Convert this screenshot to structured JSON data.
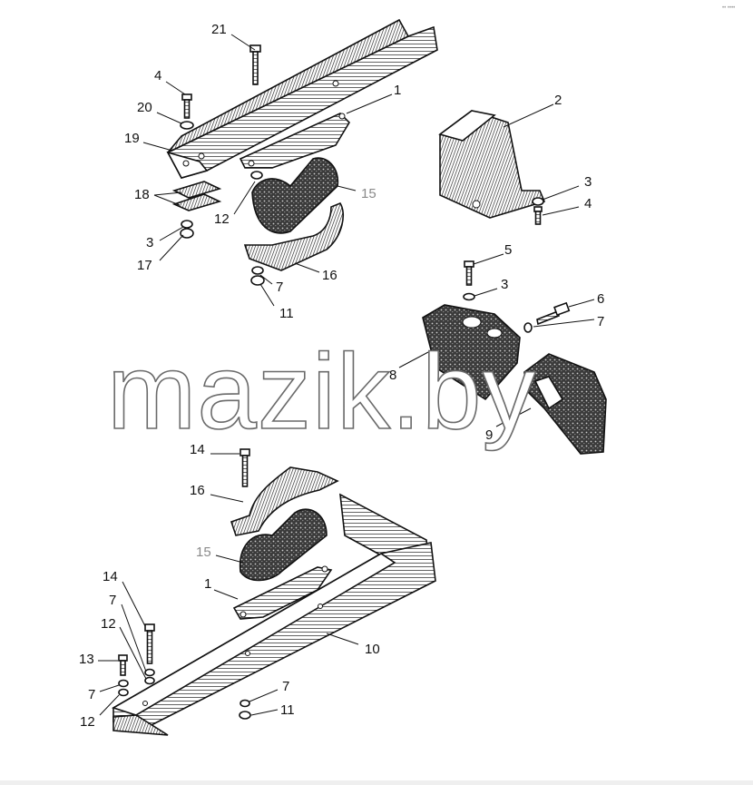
{
  "watermark": "mazik.by",
  "corner_mark": "•• ••••",
  "callouts": [
    {
      "id": "c21a",
      "text": "21"
    },
    {
      "id": "c4a",
      "text": "4"
    },
    {
      "id": "c1a",
      "text": "1"
    },
    {
      "id": "c20",
      "text": "20"
    },
    {
      "id": "c19",
      "text": "19"
    },
    {
      "id": "c2",
      "text": "2"
    },
    {
      "id": "c3a",
      "text": "3"
    },
    {
      "id": "c4b",
      "text": "4"
    },
    {
      "id": "c15a",
      "text": "15"
    },
    {
      "id": "c18",
      "text": "18"
    },
    {
      "id": "c12a",
      "text": "12"
    },
    {
      "id": "c3b",
      "text": "3"
    },
    {
      "id": "c17",
      "text": "17"
    },
    {
      "id": "c16a",
      "text": "16"
    },
    {
      "id": "c7a",
      "text": "7"
    },
    {
      "id": "c11a",
      "text": "11"
    },
    {
      "id": "c5",
      "text": "5"
    },
    {
      "id": "c3c",
      "text": "3"
    },
    {
      "id": "c6",
      "text": "6"
    },
    {
      "id": "c7b",
      "text": "7"
    },
    {
      "id": "c8",
      "text": "8"
    },
    {
      "id": "c9",
      "text": "9"
    },
    {
      "id": "c14a",
      "text": "14"
    },
    {
      "id": "c16b",
      "text": "16"
    },
    {
      "id": "c15b",
      "text": "15"
    },
    {
      "id": "c1b",
      "text": "1"
    },
    {
      "id": "c14b",
      "text": "14"
    },
    {
      "id": "c7c",
      "text": "7"
    },
    {
      "id": "c12b",
      "text": "12"
    },
    {
      "id": "c10",
      "text": "10"
    },
    {
      "id": "c13",
      "text": "13"
    },
    {
      "id": "c7d",
      "text": "7"
    },
    {
      "id": "c12c",
      "text": "12"
    },
    {
      "id": "c7e",
      "text": "7"
    },
    {
      "id": "c11b",
      "text": "11"
    }
  ]
}
